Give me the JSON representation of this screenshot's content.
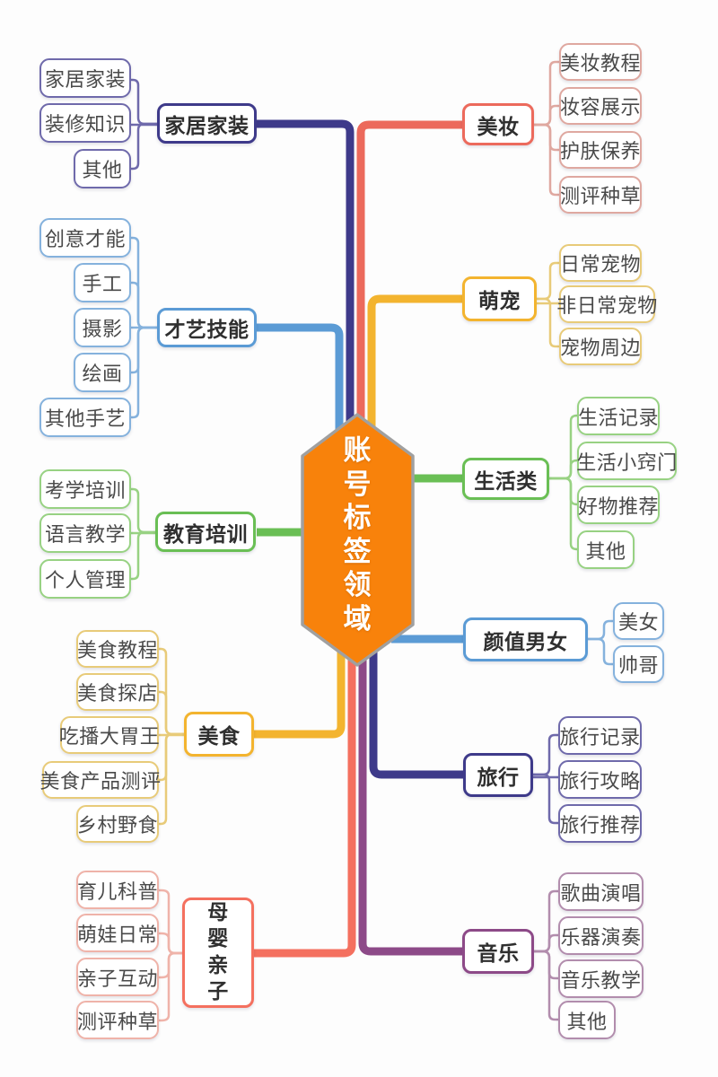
{
  "center": {
    "title": "账号标签领域"
  },
  "colors": {
    "navy": "#3e3a8a",
    "navy_light": "#6f6aab",
    "blue": "#5b9bd5",
    "blue_light": "#85b2dd",
    "green": "#6abf55",
    "green_light": "#98d283",
    "yellow": "#f3b42f",
    "yellow_light": "#e8cb79",
    "salmon": "#f4705f",
    "salmon_light": "#efb3a9",
    "red": "#ec6a5c",
    "red_light": "#dfa8a0",
    "purple": "#8d4a88",
    "purple_light": "#b28dad",
    "orange": "#f8820b",
    "hex_border": "#a0a0a0"
  },
  "left_branches": [
    {
      "label": "家居家装",
      "children": [
        "家居家装",
        "装修知识",
        "其他"
      ]
    },
    {
      "label": "才艺技能",
      "children": [
        "创意才能",
        "手工",
        "摄影",
        "绘画",
        "其他手艺"
      ]
    },
    {
      "label": "教育培训",
      "children": [
        "考学培训",
        "语言教学",
        "个人管理"
      ]
    },
    {
      "label": "美食",
      "children": [
        "美食教程",
        "美食探店",
        "吃播大胃王",
        "美食产品测评",
        "乡村野食"
      ]
    },
    {
      "label": "母婴亲子",
      "children": [
        "育儿科普",
        "萌娃日常",
        "亲子互动",
        "测评种草"
      ]
    }
  ],
  "right_branches": [
    {
      "label": "美妆",
      "children": [
        "美妆教程",
        "妆容展示",
        "护肤保养",
        "测评种草"
      ]
    },
    {
      "label": "萌宠",
      "children": [
        "日常宠物",
        "非日常宠物",
        "宠物周边"
      ]
    },
    {
      "label": "生活类",
      "children": [
        "生活记录",
        "生活小窍门",
        "好物推荐",
        "其他"
      ]
    },
    {
      "label": "颜值男女",
      "children": [
        "美女",
        "帅哥"
      ]
    },
    {
      "label": "旅行",
      "children": [
        "旅行记录",
        "旅行攻略",
        "旅行推荐"
      ]
    },
    {
      "label": "音乐",
      "children": [
        "歌曲演唱",
        "乐器演奏",
        "音乐教学",
        "其他"
      ]
    }
  ]
}
